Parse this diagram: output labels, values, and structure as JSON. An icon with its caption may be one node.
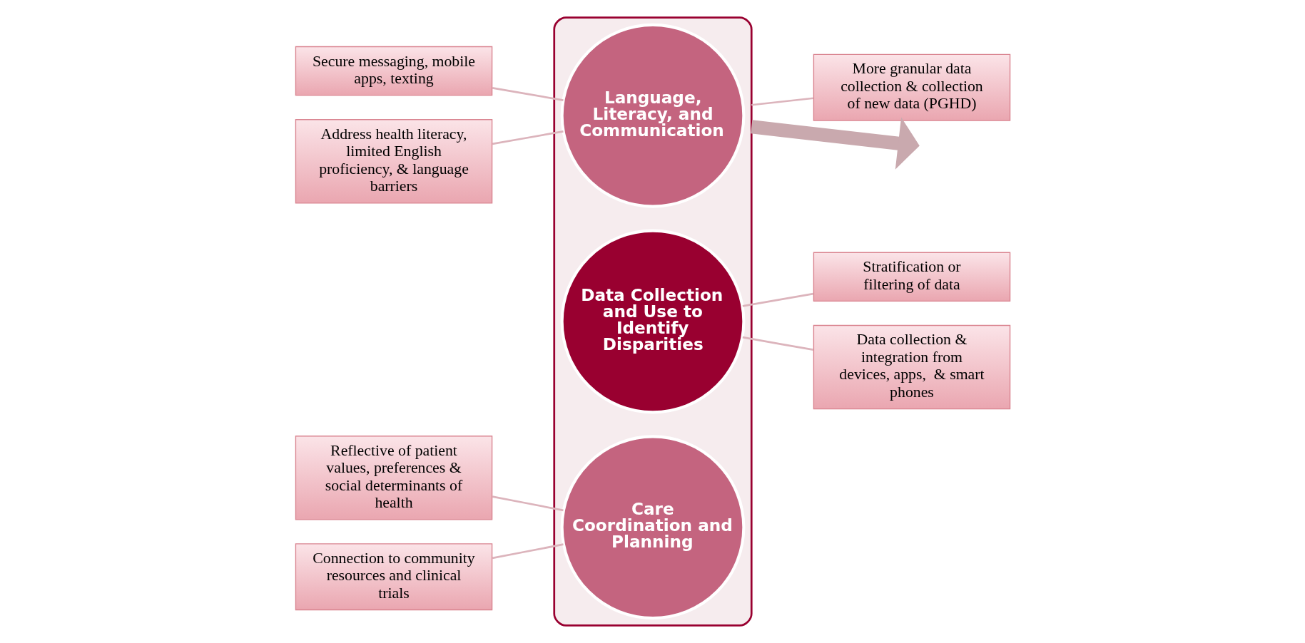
{
  "diagram": {
    "nodes": [
      {
        "text": [],
        "shape": "funnel"
      },
      {
        "text": [
          "Language, Literacy, and Communication"
        ],
        "in": 0
      },
      {
        "text": [
          "Data Collection and Use to Identify Disparities"
        ],
        "in": 0
      },
      {
        "text": [
          "Care Coordination and Planning"
        ],
        "in": 0
      },
      {
        "text": [
          "Secure messaging, mobile apps, texting"
        ]
      },
      {
        "text": [
          "More granular data collection & collection of new data (PGHD)"
        ]
      },
      {
        "text": [
          "Address health literacy, limited English proficiency, & language barriers"
        ]
      },
      {
        "text": [
          "Stratification or filtering of data"
        ]
      },
      {
        "text": [
          "Reflective of patient values, preferences & social determinants of health"
        ]
      },
      {
        "text": [
          "Data collection & integration from devices, apps,  & smart phones"
        ]
      },
      {
        "text": [
          "Connection to community resources and clinical trials"
        ]
      }
    ],
    "edges": [
      {
        "from": 4,
        "to": 1,
        "arrow": "none"
      },
      {
        "from": 5,
        "to": 0,
        "arrow": "none"
      },
      {
        "from": 6,
        "to": 1,
        "arrow": "none"
      },
      {
        "from": 7,
        "to": 2,
        "arrow": "none"
      },
      {
        "from": 9,
        "to": 2,
        "arrow": "none"
      },
      {
        "from": 8,
        "to": 3,
        "arrow": "none"
      },
      {
        "from": 10,
        "to": 3,
        "arrow": "none"
      },
      {
        "from": 0,
        "to": null,
        "arrow": "to",
        "style": "thick",
        "color": "#c9a9ae"
      }
    ]
  }
}
